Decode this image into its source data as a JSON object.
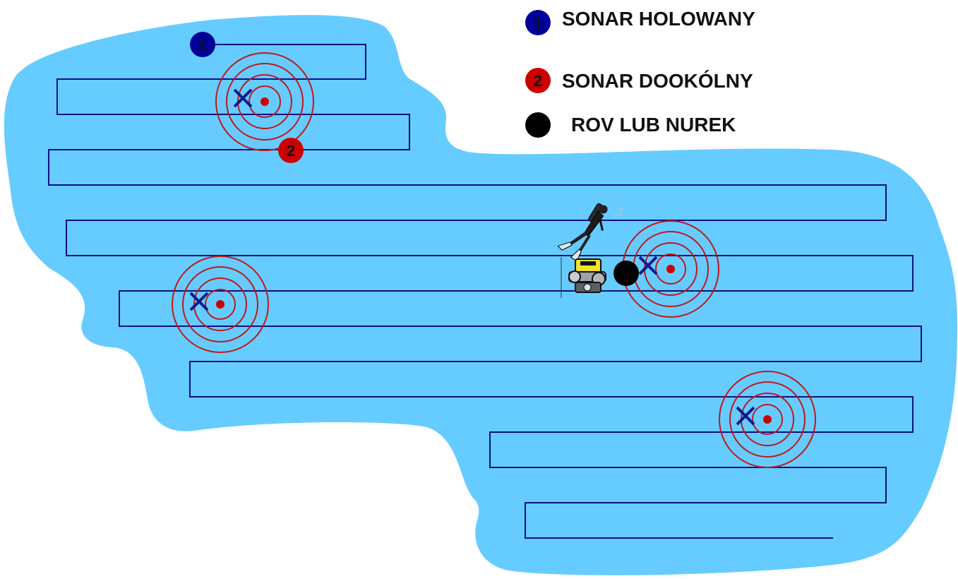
{
  "colors": {
    "water": "#66ccff",
    "track": "#0d0d8a",
    "sonar_towed": "#000099",
    "sonar_circular": "#cc0000",
    "ring": "#c01818",
    "target_x": "#0d1a8f",
    "rov_diver": "#000000"
  },
  "markers": {
    "towed_number": "1",
    "circular_number": "2"
  },
  "legend": [
    {
      "number": "1",
      "label": "SONAR HOLOWANY",
      "icon": "blue-numbered-circle"
    },
    {
      "number": "2",
      "label": "SONAR DOOKÓLNY",
      "icon": "red-numbered-circle"
    },
    {
      "number": "",
      "label": "ROV LUB NUREK",
      "icon": "black-circle"
    }
  ],
  "icons": {
    "diver": "scuba-diver-icon",
    "rov": "rov-vehicle-icon",
    "target": "x-mark-icon"
  }
}
